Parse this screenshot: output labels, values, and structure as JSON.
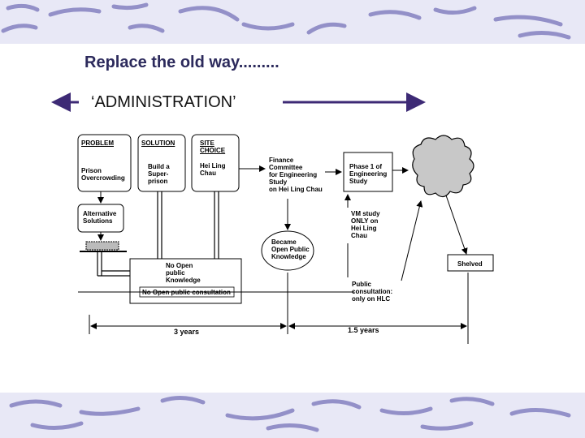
{
  "slide": {
    "title": "Replace the old way.........",
    "subtitle": "‘ADMINISTRATION’"
  },
  "colors": {
    "band": "#e8e8f6",
    "brush": "#8a87c4",
    "title": "#2c2a5c",
    "arrow": "#3d2a75",
    "cloud": "#c8c8c8"
  },
  "diagram": {
    "problem_header": "PROBLEM",
    "problem_body": "Prison\nOvercrowding",
    "solution_header": "SOLUTION",
    "solution_body": "Build a\nSuper-\nprison",
    "site_header": "SITE\nCHOICE",
    "site_body": "Hei Ling\nChau",
    "alternative": "Alternative\nSolutions",
    "no_open_knowledge": "No Open\npublic\nKnowledge",
    "no_open_consultation": "No Open public consultation",
    "finance": "Finance\nCommittee\nfor Engineering\nStudy\non Hei Ling Chau",
    "phase1": "Phase 1 of\nEngineering\nStudy",
    "vm_study": "VM study\nONLY on\nHei Ling\nChau",
    "became_open": "Became\nOpen Public\nKnowledge",
    "public_consultation": "Public\nconsultation:\nonly on HLC",
    "shelved": "Shelved",
    "years_3": "3 years",
    "years_1_5": "1.5 years"
  }
}
